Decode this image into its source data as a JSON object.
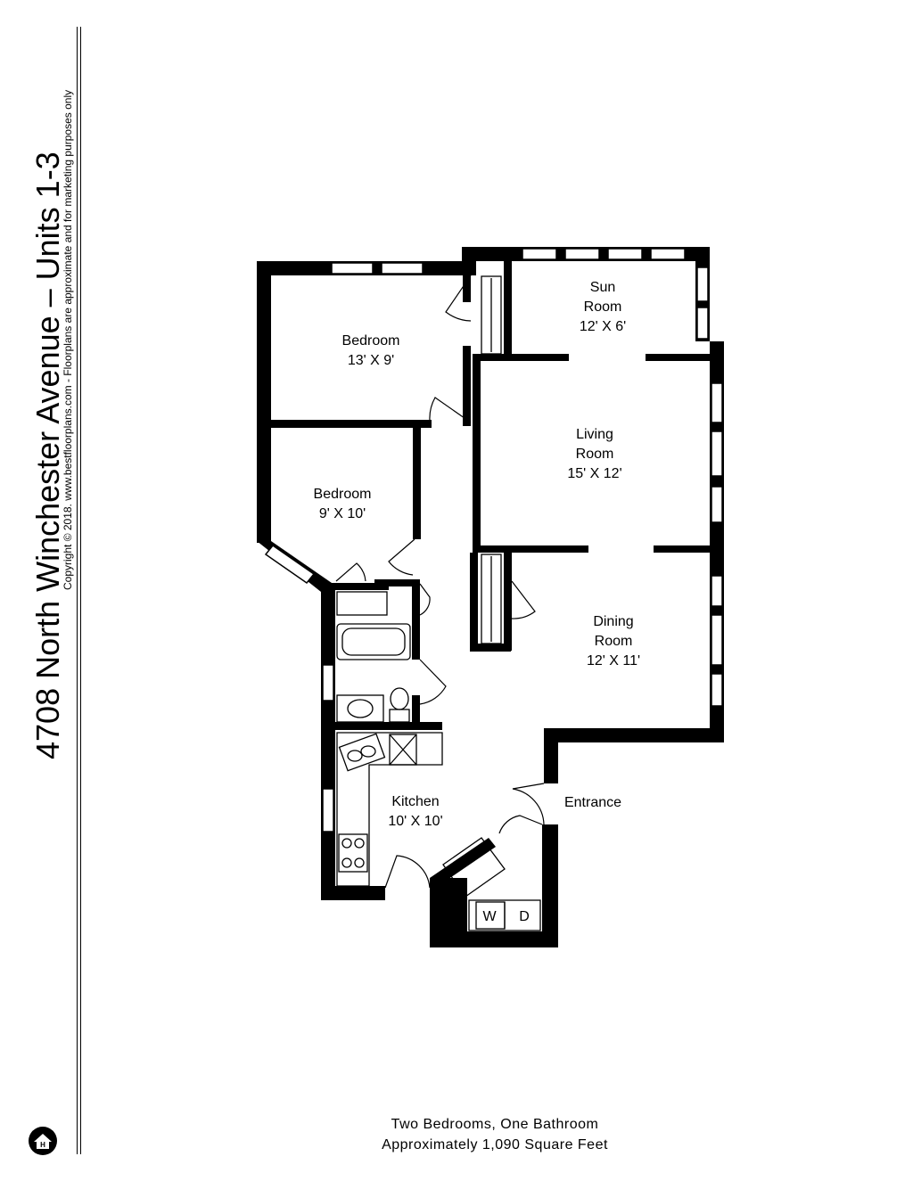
{
  "title": "4708 North Winchester Avenue – Units 1-3",
  "copyright": "Copyright © 2018. www.bestfloorplans.com - Floorplans are approximate and for marketing purposes only",
  "summary": {
    "line1": "Two Bedrooms, One Bathroom",
    "line2": "Approximately 1,090 Square Feet"
  },
  "rooms": {
    "bedroom1": {
      "name": "Bedroom",
      "dims": "13' X 9'"
    },
    "bedroom2": {
      "name": "Bedroom",
      "dims": "9' X 10'"
    },
    "sun_room": {
      "name1": "Sun",
      "name2": "Room",
      "dims": "12' X 6'"
    },
    "living_room": {
      "name1": "Living",
      "name2": "Room",
      "dims": "15' X 12'"
    },
    "dining_room": {
      "name1": "Dining",
      "name2": "Room",
      "dims": "12' X 11'"
    },
    "kitchen": {
      "name": "Kitchen",
      "dims": "10' X 10'"
    },
    "entrance": {
      "name": "Entrance"
    }
  },
  "appliances": {
    "washer": "W",
    "dryer": "D"
  },
  "logo_letter": "H"
}
